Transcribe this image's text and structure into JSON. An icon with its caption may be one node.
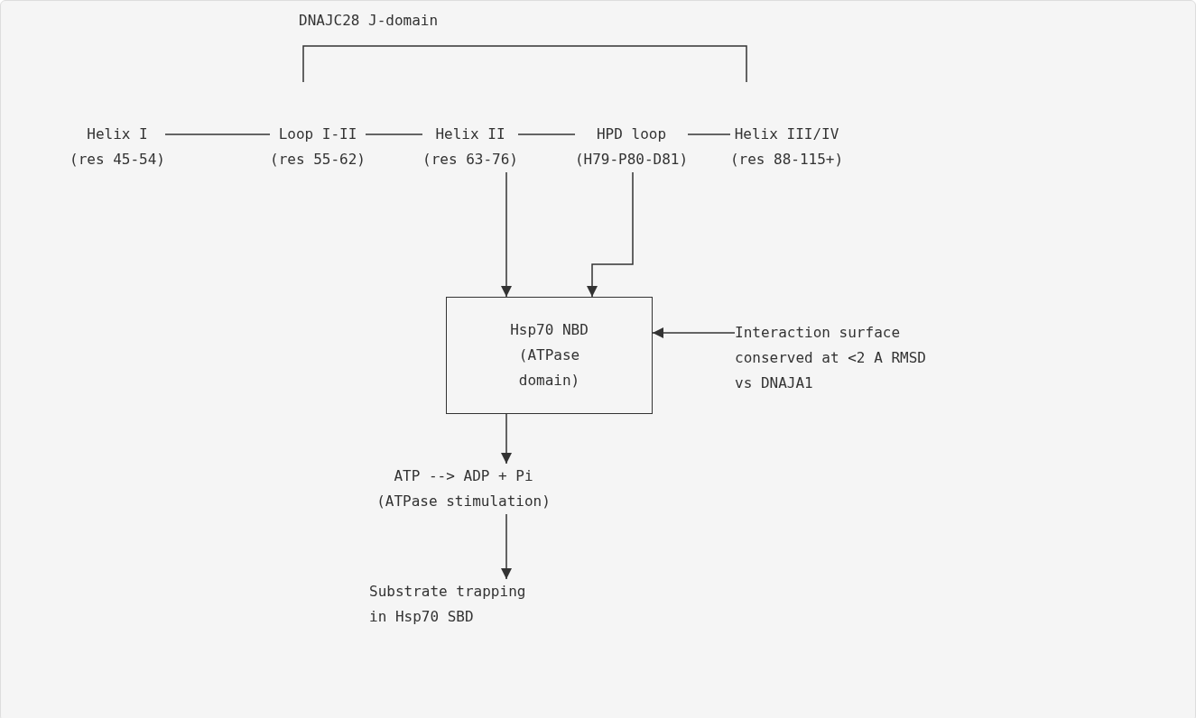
{
  "diagram": {
    "nodes": [
      {
        "text": [
          "DNAJC28 J-domain"
        ]
      },
      {
        "text": [
          "Helix I",
          "(res 45-54)"
        ]
      },
      {
        "text": [
          "Loop I-II",
          "(res 55-62)"
        ]
      },
      {
        "text": [
          "Helix II",
          "(res 63-76)"
        ]
      },
      {
        "text": [
          "HPD loop",
          "(H79-P80-D81)"
        ]
      },
      {
        "text": [
          "Helix III/IV",
          "(res 88-115+)"
        ]
      },
      {
        "text": [
          "Hsp70 NBD (ATPase domain)"
        ]
      },
      {
        "text": [
          "Interaction surface conserved at <2 A RMSD vs DNAJA1"
        ]
      },
      {
        "text": [
          "ATP --> ADP + Pi",
          "(ATPase stimulation)"
        ]
      },
      {
        "text": [
          "Substrate trapping in Hsp70 SBD"
        ]
      }
    ],
    "edges": [
      {
        "from": 1,
        "to": 2,
        "arrow": "none"
      },
      {
        "from": 2,
        "to": 3,
        "arrow": "none"
      },
      {
        "from": 3,
        "to": 4,
        "arrow": "none"
      },
      {
        "from": 4,
        "to": 5,
        "arrow": "none"
      },
      {
        "from": 3,
        "to": 6,
        "arrow": "to"
      },
      {
        "from": 4,
        "to": 6,
        "arrow": "to"
      },
      {
        "from": 7,
        "to": 6,
        "arrow": "to"
      },
      {
        "from": 6,
        "to": 8,
        "arrow": "to"
      },
      {
        "from": 8,
        "to": 9,
        "arrow": "to"
      }
    ]
  }
}
